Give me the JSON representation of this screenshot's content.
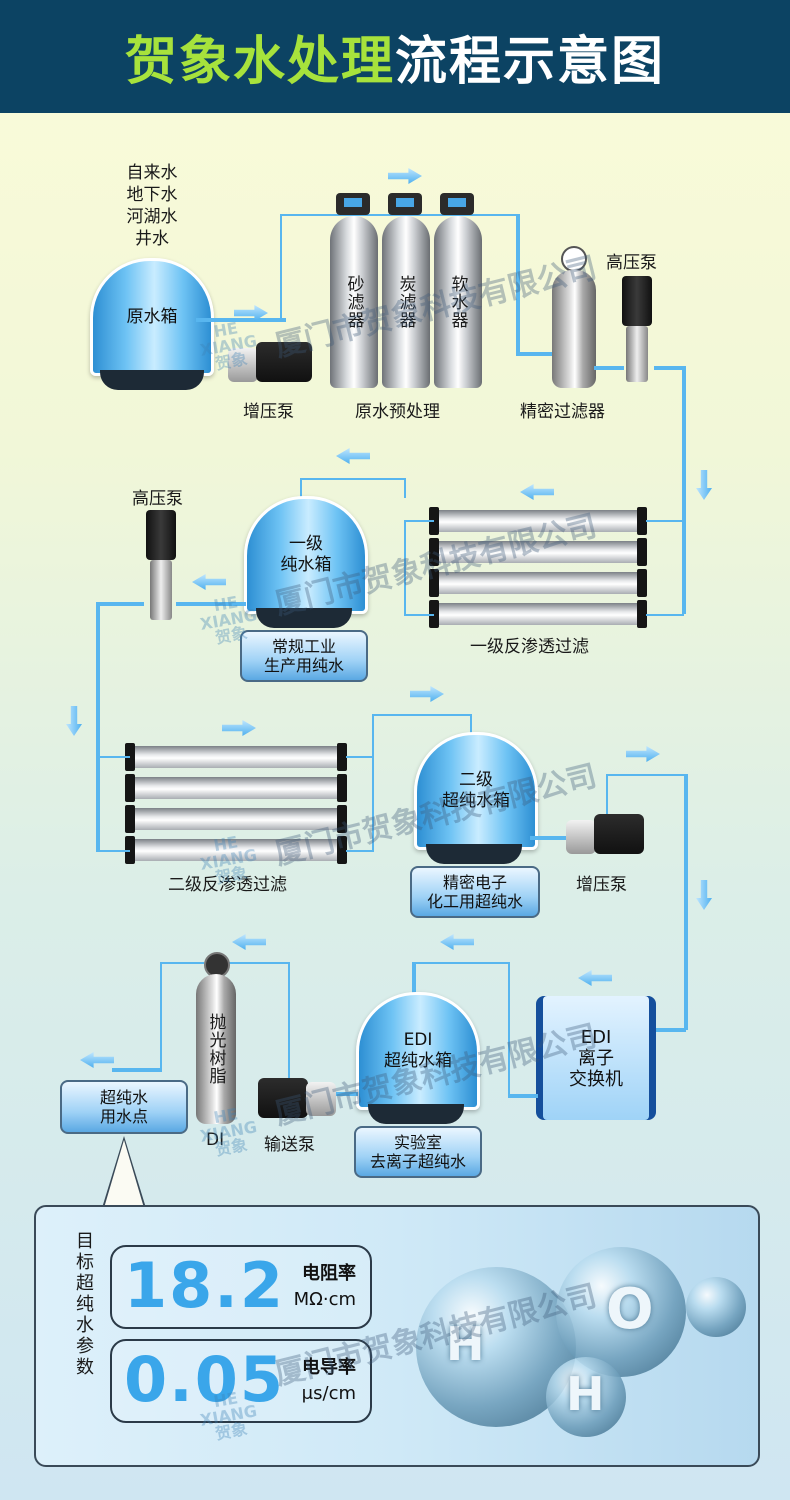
{
  "header": {
    "title_part1": "贺象水处理",
    "title_part2": "流程示意图"
  },
  "stage1": {
    "sources": [
      "自来水",
      "地下水",
      "河湖水",
      "井水"
    ],
    "raw_tank": "原水箱",
    "booster_pump": "增压泵",
    "filters": [
      "砂滤器",
      "炭滤器",
      "软水器"
    ],
    "pretreatment": "原水预处理",
    "precision_filter": "精密过滤器",
    "high_pressure_pump": "高压泵"
  },
  "stage2": {
    "high_pressure_pump": "高压泵",
    "tank_line1": "一级",
    "tank_line2": "纯水箱",
    "tag_line1": "常规工业",
    "tag_line2": "生产用纯水",
    "ro_label": "一级反渗透过滤"
  },
  "stage3": {
    "ro_label": "二级反渗透过滤",
    "tank_line1": "二级",
    "tank_line2": "超纯水箱",
    "tag_line1": "精密电子",
    "tag_line2": "化工用超纯水",
    "booster_pump": "增压泵"
  },
  "stage4": {
    "edi_line1": "EDI",
    "edi_line2": "离子",
    "edi_line3": "交换机",
    "tank_line1": "EDI",
    "tank_line2": "超纯水箱",
    "tag_line1": "实验室",
    "tag_line2": "去离子超纯水",
    "resin": "抛光树脂",
    "di": "DI",
    "transfer_pump": "输送泵",
    "use_line1": "超纯水",
    "use_line2": "用水点"
  },
  "params": {
    "label": "目标超纯水参数",
    "resistivity_value": "18.2",
    "resistivity_name": "电阻率",
    "resistivity_unit": "MΩ·cm",
    "conductivity_value": "0.05",
    "conductivity_name": "电导率",
    "conductivity_unit": "μs/cm"
  },
  "watermark": {
    "company": "厦门市贺象科技有限公司",
    "logo_top": "HE",
    "logo_mid": "XIANG",
    "logo_bottom": "贺象"
  },
  "colors": {
    "header_bg": "#0c4363",
    "title_accent": "#a7e23c",
    "pipe": "#58b6ef",
    "value_blue": "#3aa6ea",
    "edi_frame": "#154f9c"
  },
  "icons": [
    "flow-arrow-icon",
    "pressure-gauge-icon",
    "h2o-molecule-icon",
    "company-logo-icon"
  ]
}
